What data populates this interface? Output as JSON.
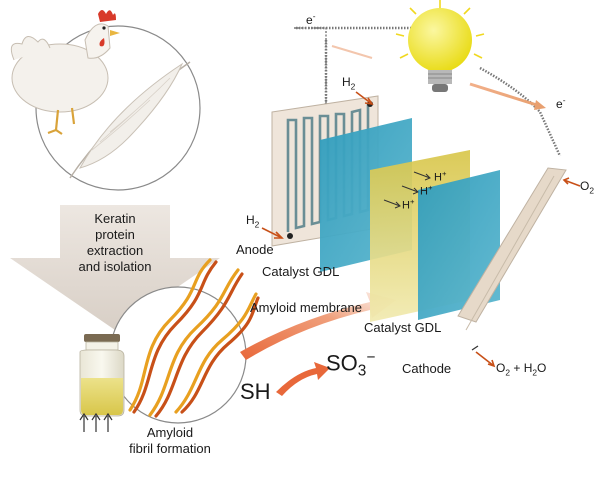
{
  "labels": {
    "keratin_1": "Keratin",
    "keratin_2": "protein",
    "keratin_3": "extraction",
    "keratin_4": "and isolation",
    "amyloid_1": "Amyloid",
    "amyloid_2": "fibril formation",
    "anode": "Anode",
    "catalyst_gdl_left": "Catalyst GDL",
    "catalyst_gdl_right": "Catalyst GDL",
    "amyloid_membrane": "Amyloid membrane",
    "cathode": "Cathode",
    "sh": "SH",
    "so3": "SO",
    "so3_sub": "3",
    "so3_sup": "−",
    "e_top": "e",
    "e_right": "e",
    "e_sup": "-",
    "h2_top": "H",
    "h2_left": "H",
    "h2_sub": "2",
    "o2": "O",
    "o2_sub": "2",
    "products_o2": "O",
    "products_sub": "2",
    "products_rest": " + H",
    "products_sub2": "2",
    "products_o": "O",
    "hplus_a": "H",
    "hplus_b": "H",
    "hplus_c": "H",
    "plus_sup": "+"
  },
  "colors": {
    "arrow_orange": "#e8683a",
    "membrane_yellow": "#d9c84a",
    "gdl_blue": "#2b9bb8",
    "plate": "#e9ddd0",
    "bulb": "#f2e832",
    "gray_arrow": "#ddd4cc"
  }
}
